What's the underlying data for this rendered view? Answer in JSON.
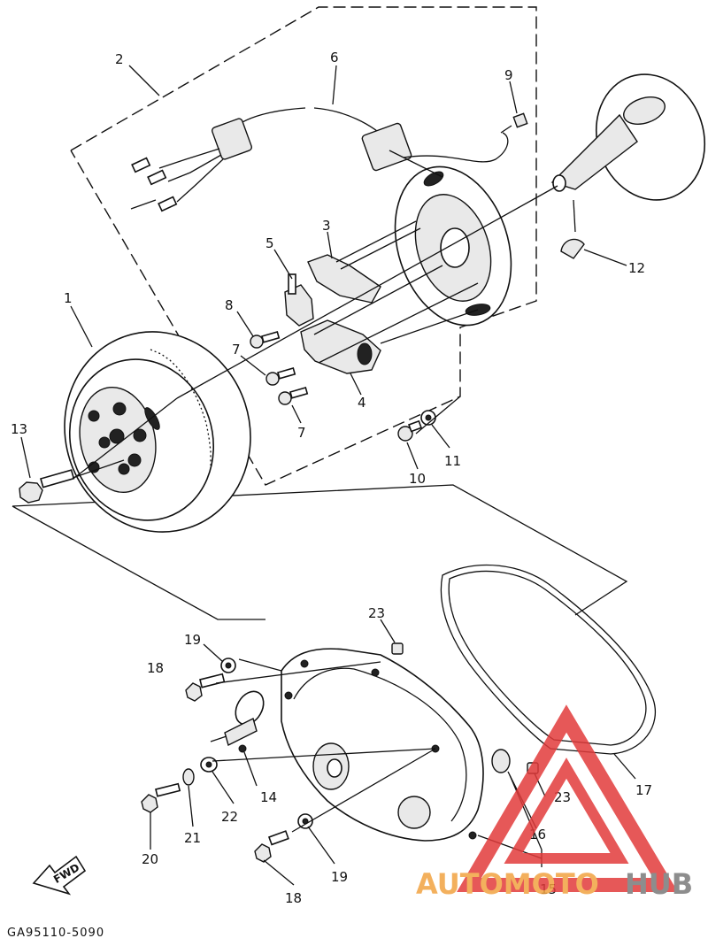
{
  "diagram": {
    "part_labels": {
      "p1": "1",
      "p2": "2",
      "p3": "3",
      "p4": "4",
      "p5": "5",
      "p6": "6",
      "p7a": "7",
      "p7b": "7",
      "p8": "8",
      "p9": "9",
      "p10": "10",
      "p11": "11",
      "p12": "12",
      "p13": "13",
      "p14": "14",
      "p15": "15",
      "p16": "16",
      "p17": "17",
      "p18a": "18",
      "p18b": "18",
      "p19a": "19",
      "p19b": "19",
      "p20": "20",
      "p21": "21",
      "p22": "22",
      "p23a": "23",
      "p23b": "23"
    },
    "fwd_label": "FWD",
    "drawing_code": "GA95110-5090",
    "watermark": {
      "brand_left": "AUTOMOTO",
      "brand_right": "HUB",
      "color_red": "#e23b3b",
      "color_orange": "#f2a341",
      "color_gray": "#7a7a7a"
    }
  }
}
